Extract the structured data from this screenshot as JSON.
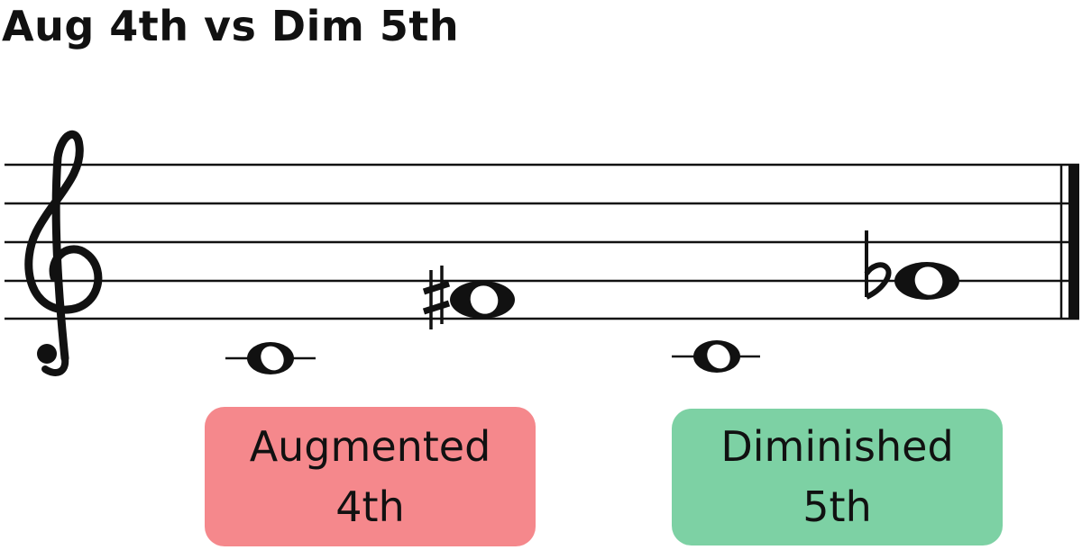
{
  "title": "Aug 4th vs Dim 5th",
  "colors": {
    "augmented_box": "#f5888c",
    "diminished_box": "#7dd1a4",
    "ink": "#111111"
  },
  "staff": {
    "clef": "treble-clef",
    "notes": [
      {
        "pitch": "C4",
        "accidental": null,
        "duration": "whole"
      },
      {
        "pitch": "F#4",
        "accidental": "sharp",
        "duration": "whole"
      },
      {
        "pitch": "C4",
        "accidental": null,
        "duration": "whole"
      },
      {
        "pitch": "Gb4",
        "accidental": "flat",
        "duration": "whole"
      }
    ],
    "end_barline": "final"
  },
  "labels": {
    "augmented": {
      "line1": "Augmented",
      "line2": "4th"
    },
    "diminished": {
      "line1": "Diminished",
      "line2": "5th"
    }
  }
}
